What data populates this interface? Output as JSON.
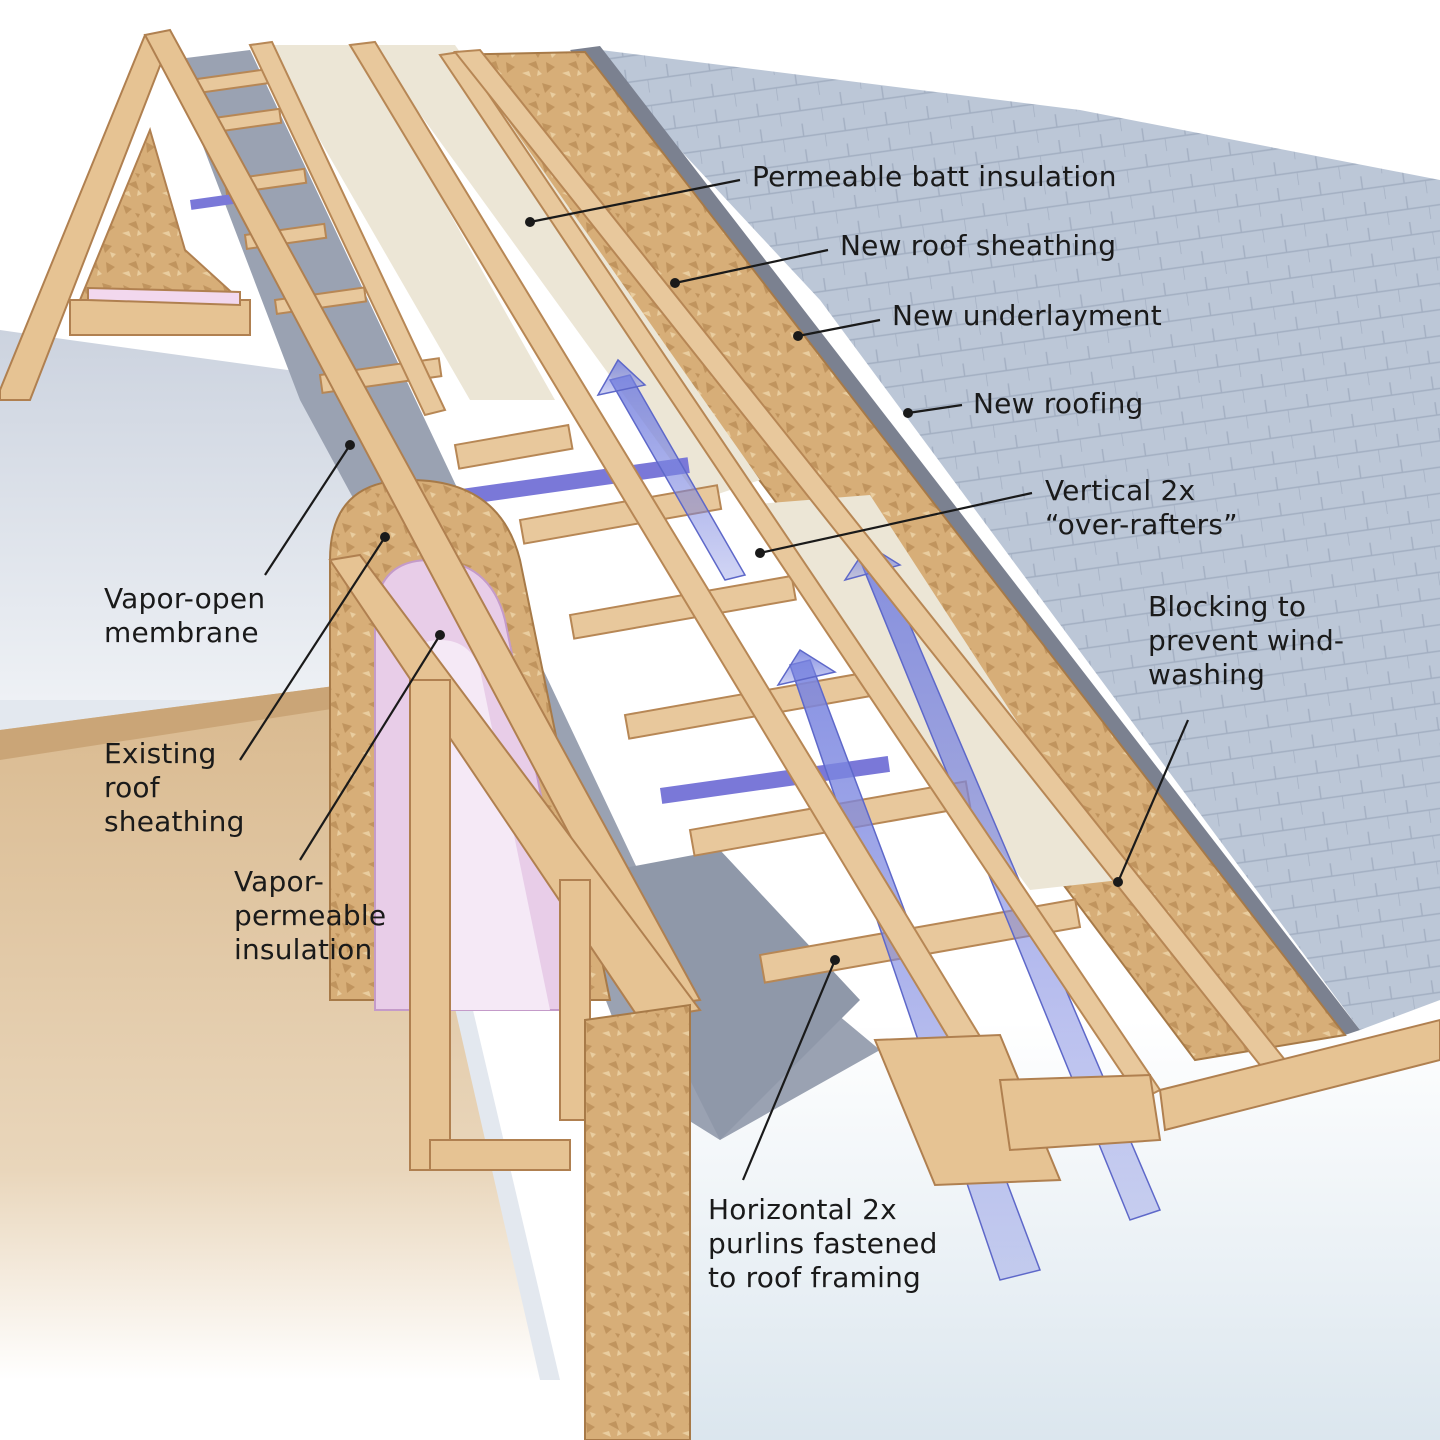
{
  "labels": {
    "permeable_batt_insulation": [
      "Permeable batt insulation"
    ],
    "new_roof_sheathing": [
      "New roof sheathing"
    ],
    "new_underlayment": [
      "New underlayment"
    ],
    "new_roofing": [
      "New roofing"
    ],
    "vertical_over_rafters": [
      "Vertical 2x",
      "“over-rafters”"
    ],
    "blocking": [
      "Blocking to",
      "prevent wind-",
      "washing"
    ],
    "vapor_open_membrane": [
      "Vapor-open",
      "membrane"
    ],
    "existing_roof_sheathing": [
      "Existing",
      "roof",
      "sheathing"
    ],
    "vapor_permeable_insulation": [
      "Vapor-",
      "permeable",
      "insulation"
    ],
    "horizontal_purlins": [
      "Horizontal 2x",
      "purlins fastened",
      "to roof framing"
    ]
  },
  "colors": {
    "lumber": "#e8c89c",
    "lumber_edge": "#c4955e",
    "osb": "#d6ad78",
    "batt": "#ece6d6",
    "membrane": "#9aa2b2",
    "roofing": "#b9c4d4",
    "airflow": "#7b86e0",
    "wall": "#d7dde7",
    "floor": "#d9b98e",
    "rigid_insulation": "#e8cde8",
    "leader": "#1a1a1a"
  }
}
